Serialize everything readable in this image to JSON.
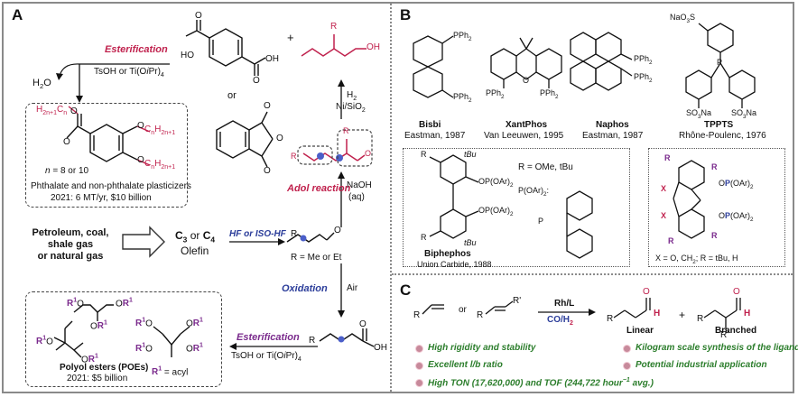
{
  "panels": {
    "a": {
      "letter": "A",
      "esterification_top": "Esterification",
      "catalyst_top": "TsOH or Ti(O",
      "catalyst_top_ipr": "i",
      "catalyst_top_end": "Pr)",
      "water": "H",
      "or_label": "or",
      "plus_label": "+",
      "ester_chain_top": "H",
      "n_label": "n",
      "n_values": "= 8 or 10",
      "plasticizer_title": "Phthalate and non-phthalate plasticizers",
      "plasticizer_market": "2021: 6 MT/yr, $10 billion",
      "h2_label": "H",
      "ni_label": "Ni/SiO",
      "aldol": "Adol reaction",
      "naoh": "NaOH",
      "aq": "(aq)",
      "feedstock_lines": [
        "Petroleum, coal,",
        "shale gas",
        "or natural gas"
      ],
      "olefin_c": "C",
      "olefin_or": "or C",
      "olefin_word": "Olefin",
      "hf_label": "HF or ISO-HF",
      "r_def": "R = Me or Et",
      "oxidation": "Oxidation",
      "air": "Air",
      "esterification_bottom": "Esterification",
      "catalyst_bottom": "TsOH or Ti(O",
      "poe_title": "Polyol esters (POEs)",
      "poe_market": "2021: $5 billion",
      "r1_def": "= acyl"
    },
    "b": {
      "letter": "B",
      "ligands": [
        {
          "name": "Bisbi",
          "credit": "Eastman, 1987"
        },
        {
          "name": "XantPhos",
          "credit": "Van Leeuwen, 1995"
        },
        {
          "name": "Naphos",
          "credit": "Eastman, 1987"
        },
        {
          "name": "TPPTS",
          "credit": "Rhône-Poulenc, 1976"
        }
      ],
      "biphephos_name": "Biphephos",
      "biphephos_credit": "Union Carbide, 1988",
      "biphephos_r": "R = OMe, tBu",
      "p_oar": "P(OAr)",
      "x_def": "X = O, CH",
      "x_def_end": "; R = tBu, H",
      "pph2": "PPh",
      "naso3": "NaO",
      "so3na": "SO",
      "tbu": "tBu"
    },
    "c": {
      "letter": "C",
      "or_label": "or",
      "rh_l": "Rh/L",
      "co_h2": "CO/H",
      "plus_label": "+",
      "linear": "Linear",
      "branched": "Branched",
      "bullets": [
        "High rigidity and stability",
        "Excellent l/b ratio",
        "High TON (17,620,000) and TOF (244,722 hour",
        "Kilogram scale synthesis of the ligand",
        "Potential industrial application"
      ],
      "tof_tail": " avg.)"
    }
  },
  "colors": {
    "accent_red": "#c0214d",
    "accent_blue": "#2b3d9a",
    "accent_purple": "#7a2a8c",
    "accent_green": "#2b7d2b"
  }
}
